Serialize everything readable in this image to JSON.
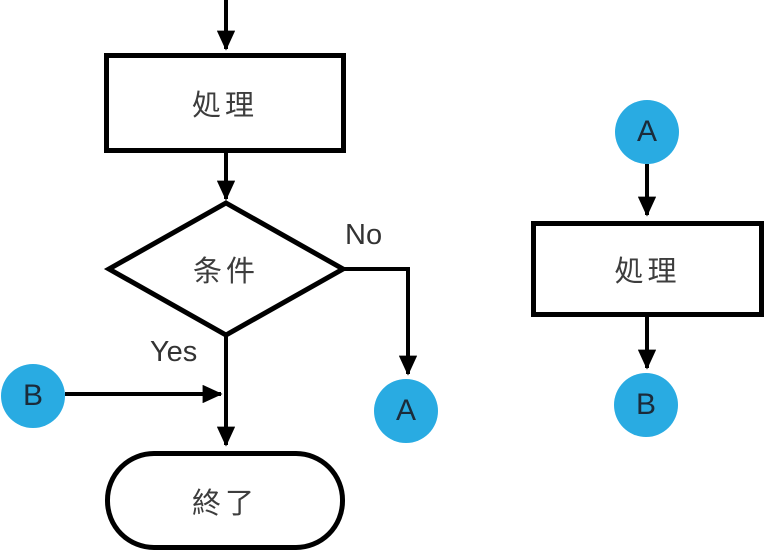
{
  "colors": {
    "background": "#ffffff",
    "stroke": "#000000",
    "connector_fill": "#29abe2",
    "shape_text": "#3d3d3d",
    "connector_text": "#1b2b3a"
  },
  "main_flow": {
    "process_label": "処理",
    "decision_label": "条件",
    "terminal_label": "終了",
    "yes_label": "Yes",
    "no_label": "No",
    "offpage_a_label": "A",
    "offpage_b_label": "B"
  },
  "sub_flow": {
    "start_label": "A",
    "process_label": "処理",
    "end_label": "B"
  }
}
